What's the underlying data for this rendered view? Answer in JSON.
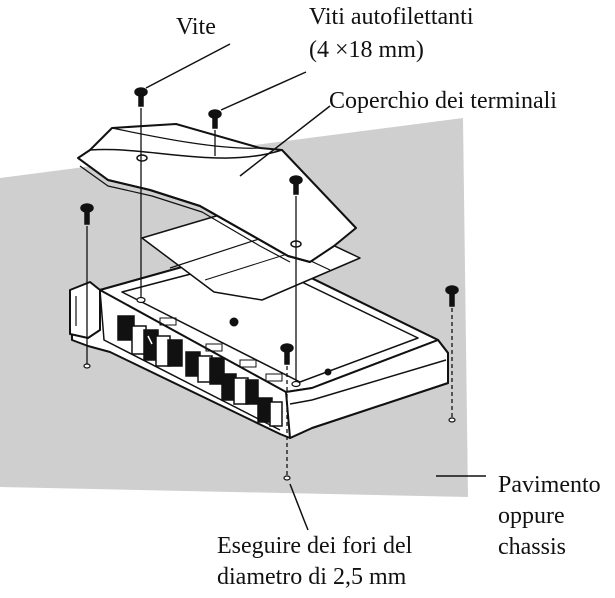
{
  "labels": {
    "screw": "Vite",
    "self_tapping_screws_line1": "Viti autofilettanti",
    "self_tapping_screws_line2": "(4 ×18 mm)",
    "terminal_cover": "Coperchio dei terminali",
    "floor_line1": "Pavimento",
    "floor_line2": "oppure",
    "floor_line3": "chassis",
    "drill_line1": "Eseguire dei fori del",
    "drill_line2": "diametro di 2,5 mm"
  },
  "colors": {
    "mounting_surface": "#cfcfcf",
    "line": "#111111",
    "amplifier_body": "#ffffff"
  },
  "icons": {
    "screw": "screw-icon",
    "mounting_hole": "drill-hole-icon"
  }
}
